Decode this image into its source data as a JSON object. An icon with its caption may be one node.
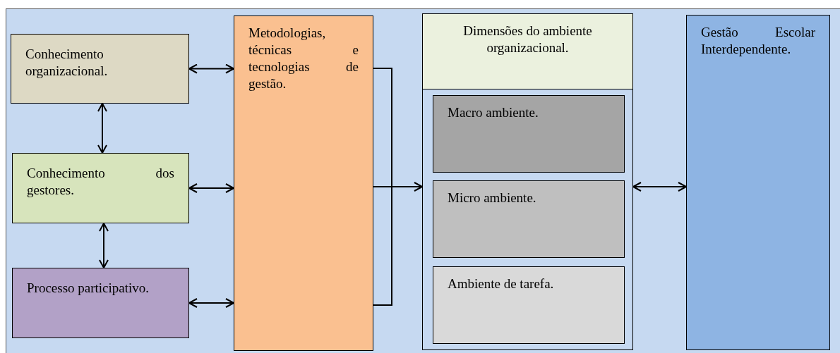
{
  "diagram": {
    "nodes": [
      {
        "text": [
          "Conhecimento organizacional."
        ]
      },
      {
        "text": [
          "Conhecimento dos gestores."
        ]
      },
      {
        "text": [
          "Processo participativo."
        ]
      },
      {
        "text": [
          "Metodologias, técnicas e tecnologias de gestão."
        ]
      },
      {
        "text": [
          "Dimensões do ambiente organizacional."
        ]
      },
      {
        "text": [],
        "shape": "box"
      },
      {
        "text": [
          "Macro ambiente."
        ],
        "in": 5
      },
      {
        "text": [
          "Micro ambiente."
        ],
        "in": 5
      },
      {
        "text": [
          "Ambiente de tarefa."
        ],
        "in": 5
      },
      {
        "text": [
          "Gestão Escolar Interdependente."
        ]
      }
    ],
    "edges": [
      {
        "from": 0,
        "to": 3,
        "arrow": "both"
      },
      {
        "from": 0,
        "to": 1,
        "arrow": "both"
      },
      {
        "from": 1,
        "to": 3,
        "arrow": "both"
      },
      {
        "from": 1,
        "to": 2,
        "arrow": "both"
      },
      {
        "from": 2,
        "to": 3,
        "arrow": "both"
      },
      {
        "from": 3,
        "to": 5,
        "arrow": "to"
      },
      {
        "from": 5,
        "to": 9,
        "arrow": "both"
      }
    ]
  }
}
